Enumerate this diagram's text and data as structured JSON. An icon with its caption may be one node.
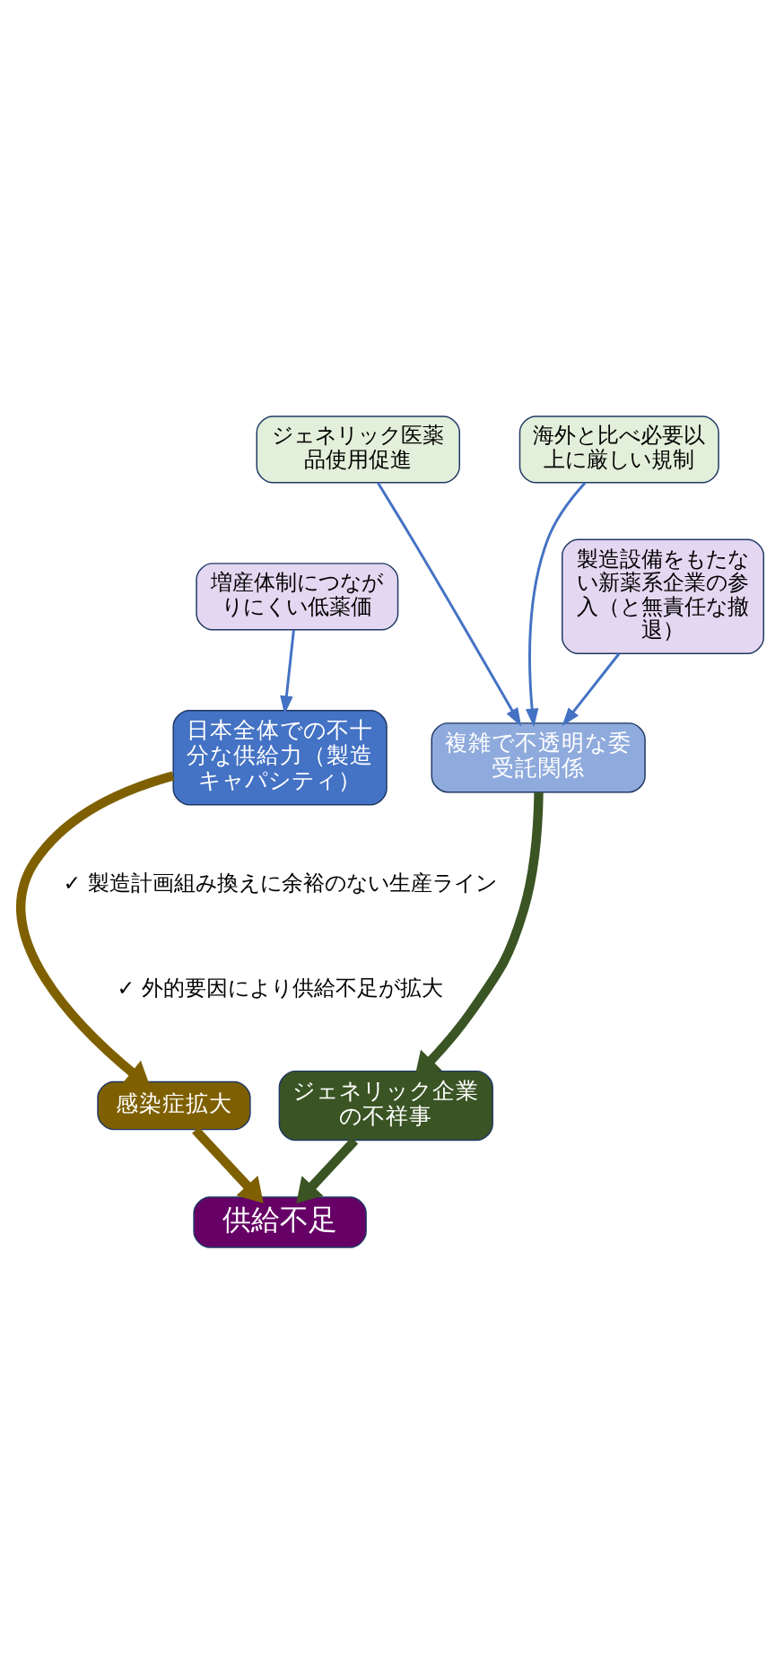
{
  "diagram": {
    "nodes": [
      {
        "text": [
          "ジェネリック医薬品使用促進"
        ]
      },
      {
        "text": [
          "海外と比べ必要以上に厳しい規制"
        ]
      },
      {
        "text": [
          "日本全体での不十分な供給力（製造キャパシティ）"
        ]
      },
      {
        "text": [
          "複雑で不透明な委受託関係"
        ]
      },
      {
        "text": [
          "ジェネリック企業の不祥事"
        ]
      },
      {
        "text": [
          "感染症拡大"
        ]
      },
      {
        "text": [
          "供給不足"
        ]
      },
      {
        "text": [
          "増産体制につながりにくい低薬価"
        ]
      },
      {
        "text": [
          "製造設備をもたない新薬系企業の参入（と無責任な撤退）"
        ]
      }
    ],
    "edges": [
      {
        "from": 0,
        "to": 3,
        "arrow": "to"
      },
      {
        "from": 1,
        "to": 3,
        "arrow": "to"
      },
      {
        "from": 7,
        "to": 2,
        "arrow": "to"
      },
      {
        "from": 8,
        "to": 3,
        "arrow": "to"
      },
      {
        "from": 3,
        "to": 4,
        "arrow": "to",
        "style": "thick",
        "color": "#3a5424"
      },
      {
        "from": 2,
        "to": 5,
        "arrow": "to",
        "style": "thick",
        "color": "#7f6000"
      },
      {
        "from": 4,
        "to": 6,
        "arrow": "to",
        "style": "thick",
        "color": "#3a5424"
      },
      {
        "from": 5,
        "to": 6,
        "arrow": "to",
        "style": "thick",
        "color": "#7f6000"
      }
    ],
    "labels": [
      "✓ 製造計画組み換えに余裕のない生産ライン",
      "✓ 外的要因により供給不足が拡大"
    ]
  }
}
